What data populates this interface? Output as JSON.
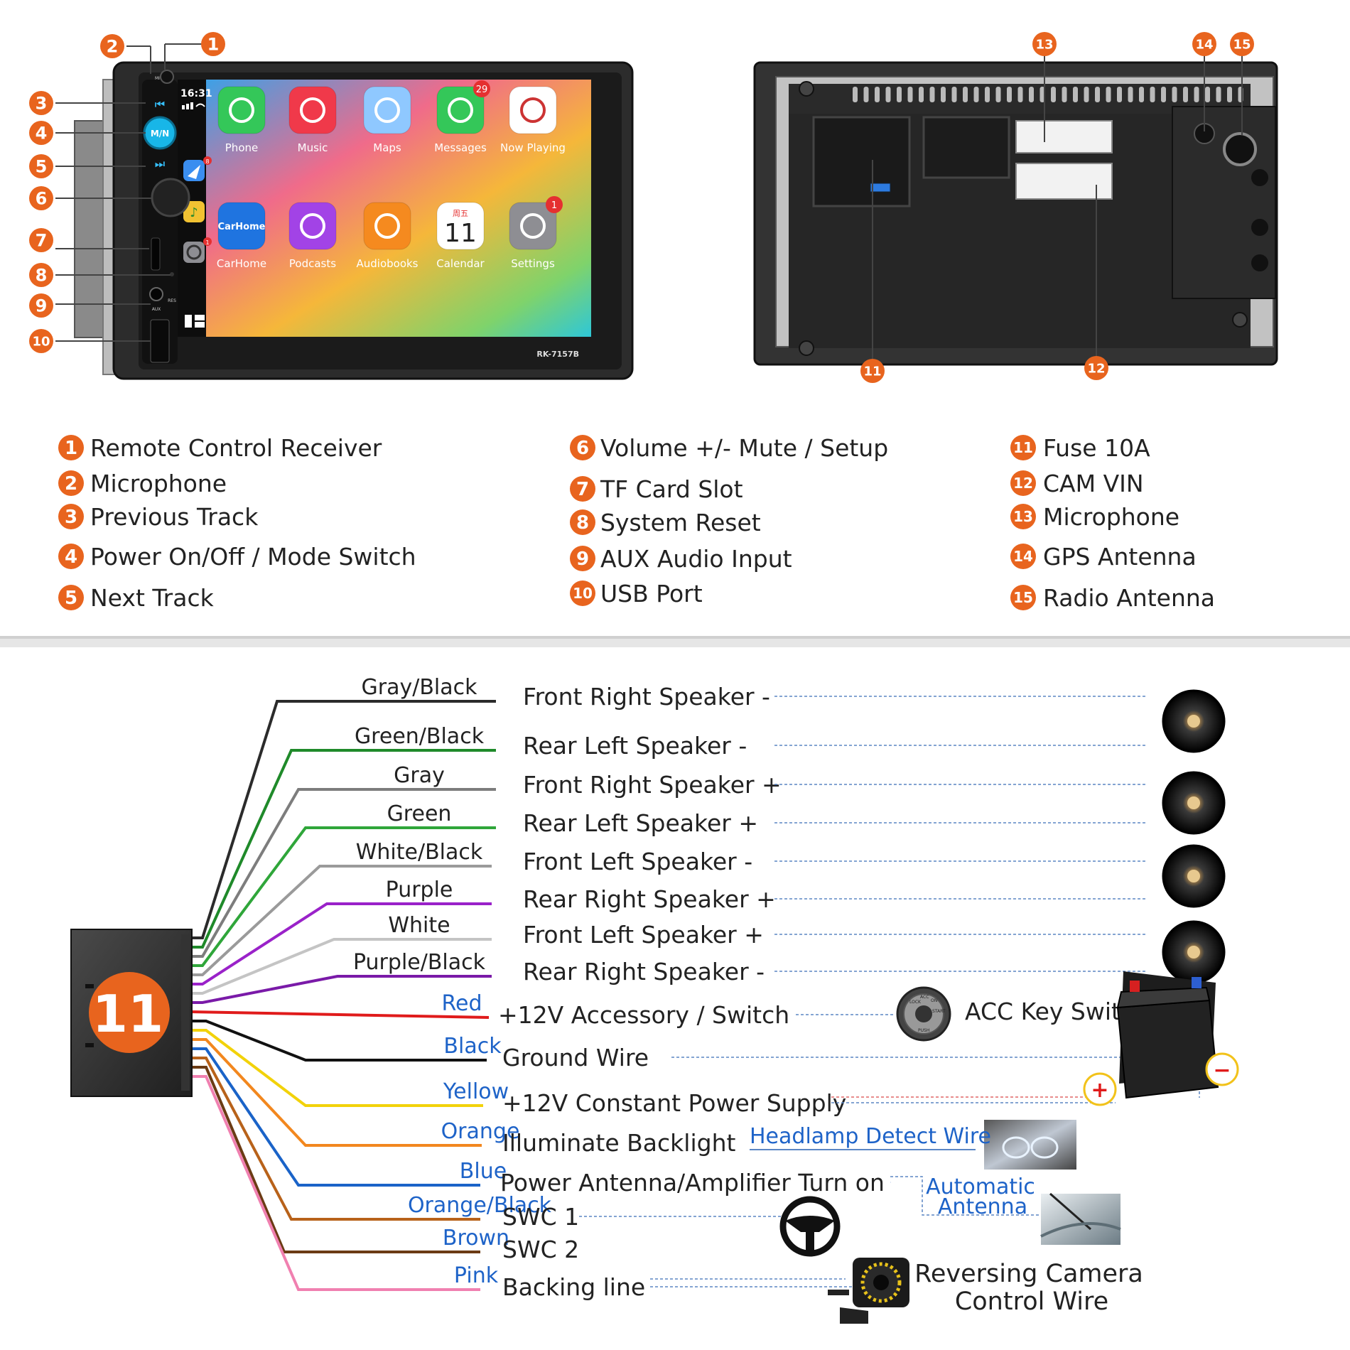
{
  "colors": {
    "accent": "#E8641E",
    "blue_text": "#1E63C8",
    "dashed_line": "#5B86C4",
    "divider": "#d8d8d8"
  },
  "device": {
    "clock": "16:31",
    "model": "RK-7157B",
    "front_panel_labels": {
      "mic": "MIC",
      "mode": "M/N",
      "aux": "AUX",
      "reset": "RES"
    },
    "apps_row1": [
      {
        "label": "Phone",
        "icon": "phone-icon",
        "color": "#34C759"
      },
      {
        "label": "Music",
        "icon": "music-icon",
        "color": "#F0394A"
      },
      {
        "label": "Maps",
        "icon": "maps-icon",
        "color": "#8FC8FF"
      },
      {
        "label": "Messages",
        "icon": "messages-icon",
        "color": "#34C759",
        "badge": "29"
      },
      {
        "label": "Now Playing",
        "icon": "now-playing-icon",
        "color": "#FFFFFF"
      }
    ],
    "apps_row2": [
      {
        "label": "CarHome",
        "icon": "carhome-icon",
        "color": "#1F74E0",
        "inner": "CarHome"
      },
      {
        "label": "Podcasts",
        "icon": "podcasts-icon",
        "color": "#A243E6"
      },
      {
        "label": "Audiobooks",
        "icon": "audiobooks-icon",
        "color": "#F58A1F"
      },
      {
        "label": "Calendar",
        "icon": "calendar-icon",
        "color": "#FFFFFF",
        "inner_top": "周五",
        "inner_num": "11"
      },
      {
        "label": "Settings",
        "icon": "settings-icon",
        "color": "#8E8E93",
        "badge": "1"
      }
    ],
    "sidebar_badge": "8",
    "sidebar_badge2": "1"
  },
  "legend": {
    "col1": [
      {
        "num": "1",
        "text": "Remote Control Receiver"
      },
      {
        "num": "2",
        "text": "Microphone"
      },
      {
        "num": "3",
        "text": "Previous Track"
      },
      {
        "num": "4",
        "text": "Power On/Off / Mode Switch"
      },
      {
        "num": "5",
        "text": "Next Track"
      }
    ],
    "col2": [
      {
        "num": "6",
        "text": "Volume +/- Mute / Setup"
      },
      {
        "num": "7",
        "text": "TF Card Slot"
      },
      {
        "num": "8",
        "text": "System Reset"
      },
      {
        "num": "9",
        "text": "AUX Audio Input"
      },
      {
        "num": "10",
        "text": "USB Port"
      }
    ],
    "col3": [
      {
        "num": "11",
        "text": "Fuse 10A"
      },
      {
        "num": "12",
        "text": "CAM VIN"
      },
      {
        "num": "13",
        "text": "Microphone"
      },
      {
        "num": "14",
        "text": "GPS Antenna"
      },
      {
        "num": "15",
        "text": "Radio Antenna"
      }
    ]
  },
  "wiring": {
    "connector_number": "11",
    "wires": [
      {
        "color_name": "Gray/Black",
        "stroke": "#2b2b2b",
        "label_color": "#222222",
        "function": "Front Right Speaker -"
      },
      {
        "color_name": "Green/Black",
        "stroke": "#1f8a2a",
        "label_color": "#222222",
        "function": "Rear Left Speaker -"
      },
      {
        "color_name": "Gray",
        "stroke": "#7d7d7d",
        "label_color": "#222222",
        "function": "Front Right Speaker +"
      },
      {
        "color_name": "Green",
        "stroke": "#2fa63a",
        "label_color": "#222222",
        "function": "Rear Left Speaker +"
      },
      {
        "color_name": "White/Black",
        "stroke": "#9a9a9a",
        "label_color": "#222222",
        "function": "Front Left Speaker -"
      },
      {
        "color_name": "Purple",
        "stroke": "#9a22c9",
        "label_color": "#222222",
        "function": "Rear Right Speaker +"
      },
      {
        "color_name": "White",
        "stroke": "#c4c4c4",
        "label_color": "#222222",
        "function": "Front Left Speaker +"
      },
      {
        "color_name": "Purple/Black",
        "stroke": "#7a1aa8",
        "label_color": "#222222",
        "function": "Rear Right Speaker -"
      },
      {
        "color_name": "Red",
        "stroke": "#e01b1b",
        "label_color": "#1E63C8",
        "function": "+12V Accessory / Switch"
      },
      {
        "color_name": "Black",
        "stroke": "#111111",
        "label_color": "#1E63C8",
        "function": "Ground Wire"
      },
      {
        "color_name": "Yellow",
        "stroke": "#f2d20a",
        "label_color": "#1E63C8",
        "function": "+12V Constant Power Supply"
      },
      {
        "color_name": "Orange",
        "stroke": "#f2871e",
        "label_color": "#1E63C8",
        "function": "Illuminate Backlight"
      },
      {
        "color_name": "Blue",
        "stroke": "#1a63c8",
        "label_color": "#1E63C8",
        "function": "Power Antenna/Amplifier Turn on"
      },
      {
        "color_name": "Orange/Black",
        "stroke": "#b8621a",
        "label_color": "#1E63C8",
        "function": "SWC 1"
      },
      {
        "color_name": "Brown",
        "stroke": "#6b3b14",
        "label_color": "#1E63C8",
        "function": "SWC 2"
      },
      {
        "color_name": "Pink",
        "stroke": "#f080b0",
        "label_color": "#1E63C8",
        "function": "Backing line"
      }
    ],
    "acc_label": "ACC Key Switch",
    "acc_switch_text": [
      "LOCK",
      "ACC",
      "ON",
      "START",
      "PUSH"
    ],
    "battery_label": "Battery",
    "battery_plus": "+",
    "battery_minus": "−",
    "headlamp_label": "Headlamp Detect Wire",
    "antenna_label_1": "Automatic",
    "antenna_label_2": "Antenna",
    "camera_label_1": "Reversing Camera",
    "camera_label_2": "Control Wire"
  }
}
